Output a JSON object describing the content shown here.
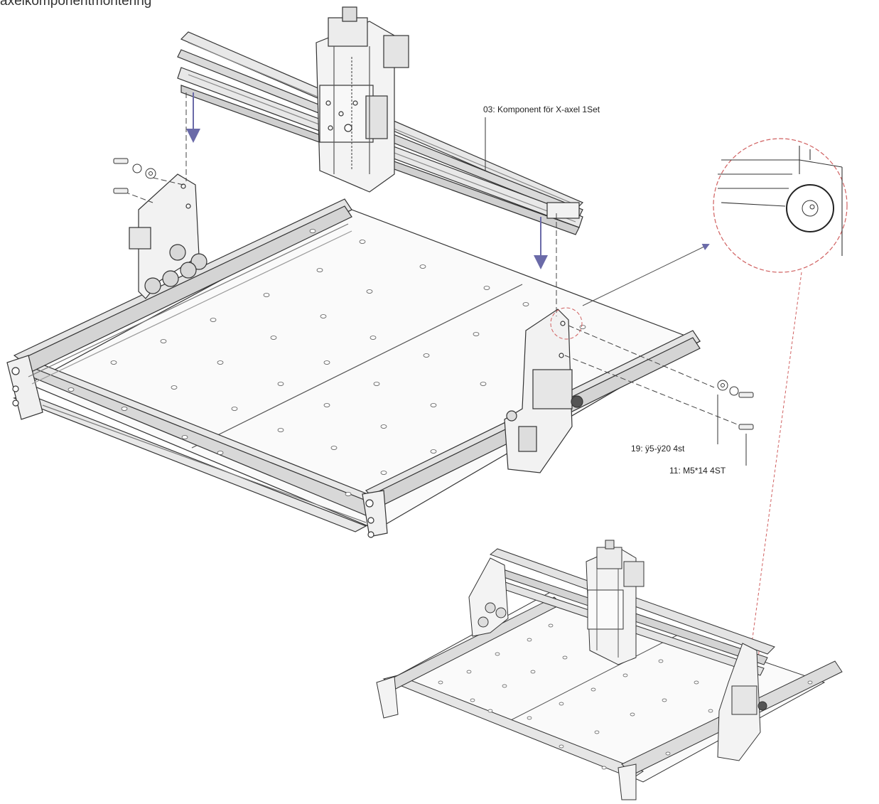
{
  "page": {
    "title": "axelkomponentmontering"
  },
  "callouts": {
    "x_axis_component": "03: Komponent för X-axel 1Set",
    "washer": "19: ÿ5-ÿ20  4st",
    "screw": "11: M5*14  4ST"
  },
  "colors": {
    "line": "#333333",
    "arrow": "#6a6aa8",
    "detail_circle": "#d06060",
    "frame_fill": "#f3f3f3"
  }
}
